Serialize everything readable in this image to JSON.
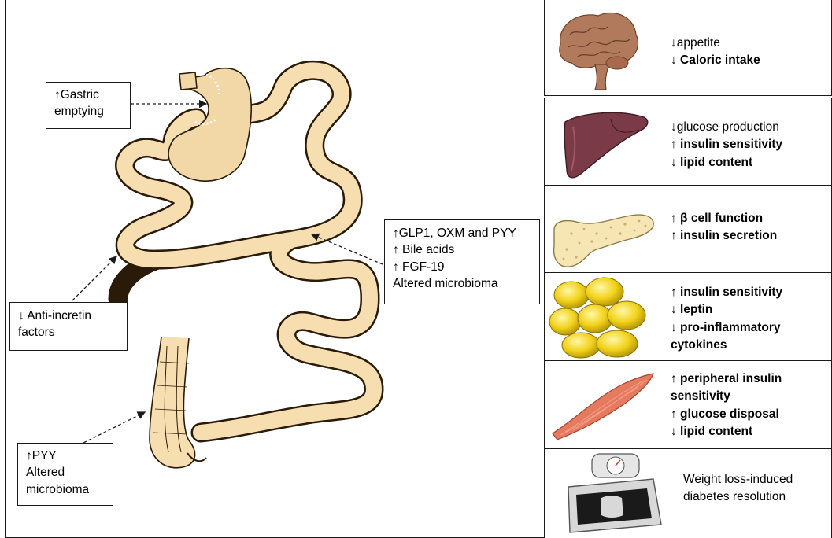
{
  "gut_callouts": {
    "gastric": [
      "↑Gastric",
      "emptying"
    ],
    "hormones": [
      "↑GLP1, OXM and PYY",
      "↑ Bile acids",
      "↑ FGF-19",
      "Altered microbioma"
    ],
    "anti_incretin": [
      "↓ Anti-incretin",
      "factors"
    ],
    "pyy": [
      "↑PYY",
      "Altered",
      "microbioma"
    ]
  },
  "organ_panels": [
    {
      "organ": "brain-icon",
      "lines": [
        {
          "text": "↓appetite",
          "bold": false
        },
        {
          "text": "↓ Caloric intake",
          "bold": true
        }
      ]
    },
    {
      "organ": "liver-icon",
      "lines": [
        {
          "text": "↓glucose production",
          "bold": false
        },
        {
          "text": "↑ insulin sensitivity",
          "bold": true
        },
        {
          "text": "↓ lipid content",
          "bold": true
        }
      ]
    },
    {
      "organ": "pancreas-icon",
      "lines": [
        {
          "text": "↑ β cell function",
          "bold": true
        },
        {
          "text": "↑ insulin secretion",
          "bold": true
        }
      ]
    },
    {
      "organ": "adipose-icon",
      "lines": [
        {
          "text": "↑ insulin sensitivity",
          "bold": true
        },
        {
          "text": "↓ leptin",
          "bold": true
        },
        {
          "text": "↓ pro-inflammatory",
          "bold": true
        },
        {
          "text": "cytokines",
          "bold": true
        }
      ]
    },
    {
      "organ": "muscle-icon",
      "lines": [
        {
          "text": "↑ peripheral insulin",
          "bold": true
        },
        {
          "text": "sensitivity",
          "bold": true
        },
        {
          "text": "↑ glucose disposal",
          "bold": true
        },
        {
          "text": "↓ lipid content",
          "bold": true
        }
      ]
    },
    {
      "organ": "scale-icon",
      "lines": [
        {
          "text": "Weight loss-induced",
          "bold": false
        },
        {
          "text": "diabetes resolution",
          "bold": false
        }
      ]
    }
  ],
  "colors": {
    "intestine_fill": "#f6deb0",
    "intestine_edge": "#2a1a08",
    "stomach": "#f1d8a6",
    "brain": "#b27a5c",
    "liver": "#7a3a48",
    "pancreas": "#f5e6b4",
    "adipose": "#f2d21a",
    "muscle": "#e57a5e"
  }
}
